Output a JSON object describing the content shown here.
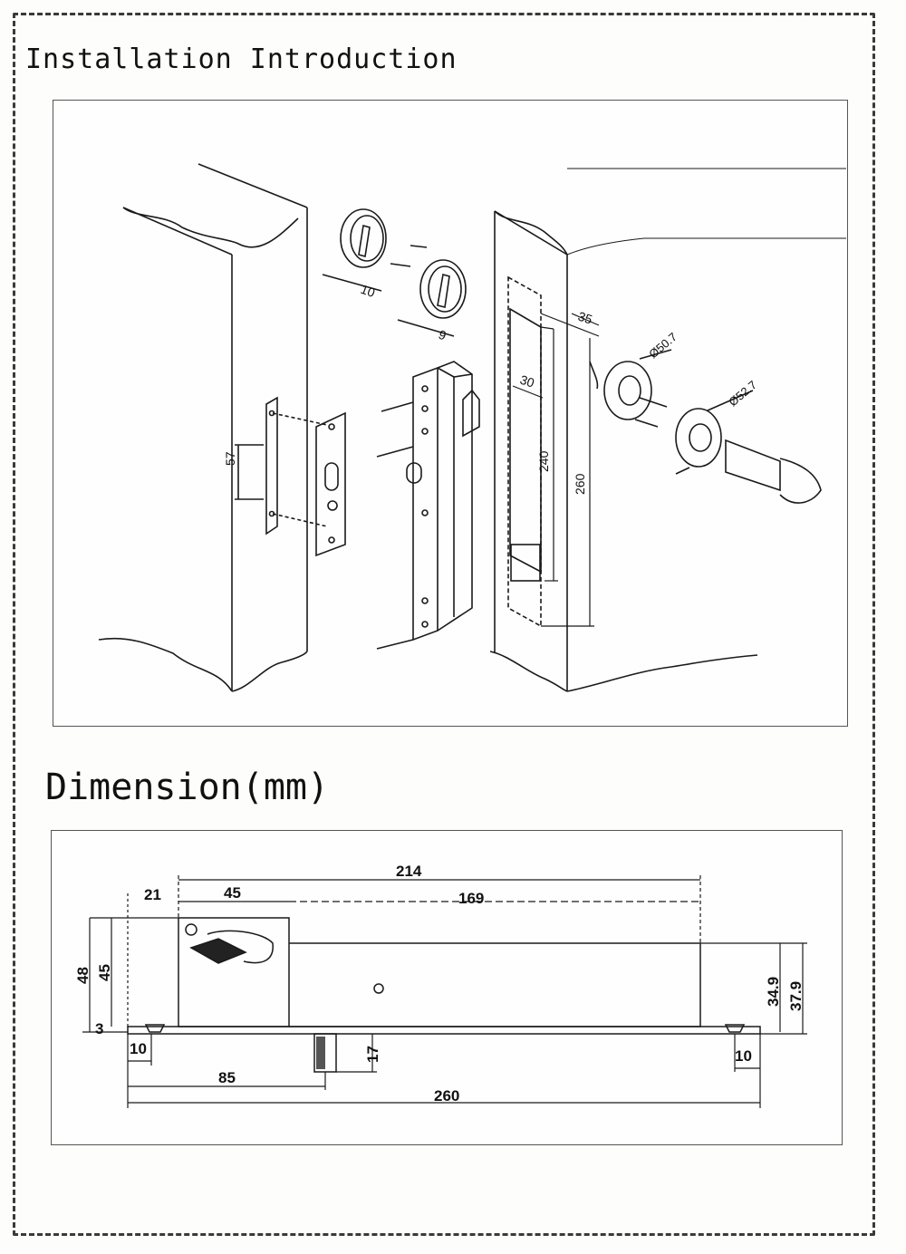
{
  "page": {
    "installation_title": "Installation Introduction",
    "dimension_title": "Dimension(mm)"
  },
  "installation": {
    "dims": {
      "d10": "10",
      "d9": "9",
      "d57": "57",
      "d35": "35",
      "d30": "30",
      "d240": "240",
      "d260": "260",
      "d507": "Ø50.7",
      "d527": "Ø52.7"
    }
  },
  "dimension": {
    "dims": {
      "d214": "214",
      "d45top": "45",
      "d169": "169",
      "d21": "21",
      "d48": "48",
      "d45side": "45",
      "d3": "3",
      "d349": "34.9",
      "d379": "37.9",
      "d10left": "10",
      "d17": "17",
      "d10right": "10",
      "d85": "85",
      "d260": "260"
    }
  },
  "colors": {
    "line": "#1a1a1a",
    "paper": "#fdfdfb"
  }
}
